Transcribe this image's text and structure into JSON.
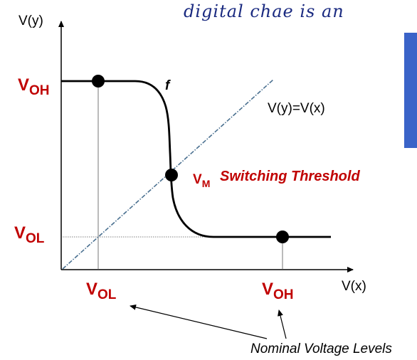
{
  "handwriting": "digital chae is an",
  "axes": {
    "y_label": "V(y)",
    "x_label": "V(x)"
  },
  "levels": {
    "voh_left": {
      "main": "V",
      "sub": "OH"
    },
    "vol_left": {
      "main": "V",
      "sub": "OL"
    },
    "vol_bottom": {
      "main": "V",
      "sub": "OL"
    },
    "voh_bottom": {
      "main": "V",
      "sub": "OH"
    },
    "vm": {
      "main": "V",
      "sub": "M"
    }
  },
  "curve_label": "f",
  "diagonal_label": "V(y)=V(x)",
  "switching_threshold": "Switching Threshold",
  "nominal_caption": "Nominal Voltage Levels",
  "colors": {
    "accent_red": "#c00000",
    "curve": "#000000",
    "diagonal": "#4a7090",
    "slide_blue": "#3a63c8"
  }
}
